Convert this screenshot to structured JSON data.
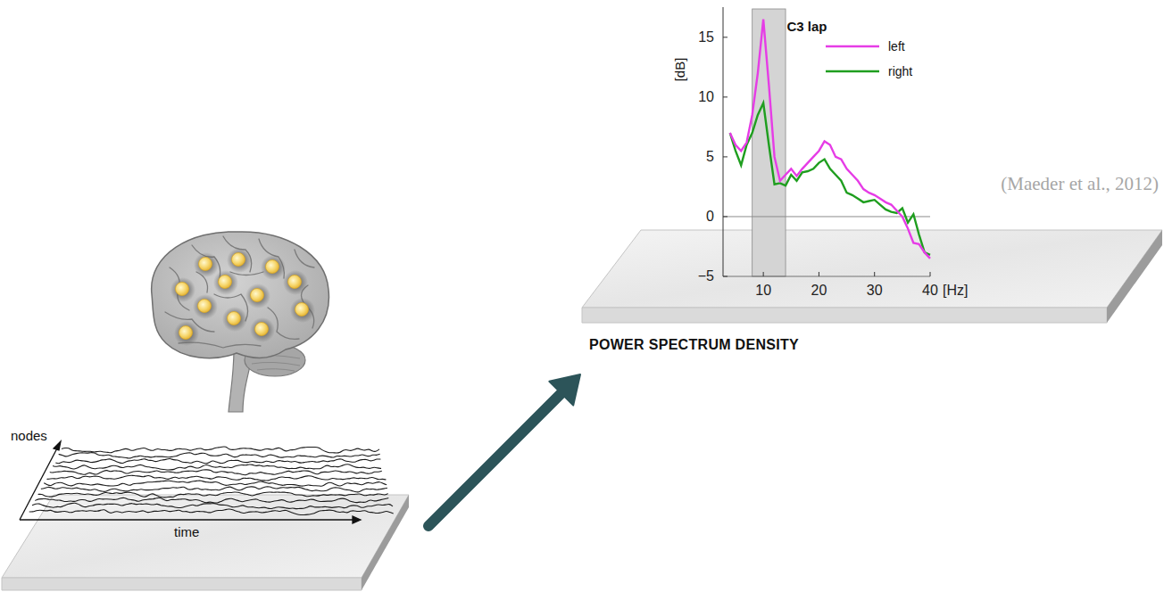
{
  "diagram": {
    "nodes": [
      {
        "text": [
          "nodes",
          "time"
        ]
      },
      {
        "text": [
          "POWER SPECTRUM DENSITY"
        ]
      }
    ],
    "edges": [
      {
        "from": 0,
        "to": 1,
        "arrow": "to"
      }
    ],
    "labels": [
      "C3 lap",
      "[dB]",
      "15",
      "10",
      "5",
      "0",
      "−5",
      "10",
      "20",
      "30",
      "40",
      "[Hz]",
      "(Maeder et al., 2012)"
    ],
    "legend": [
      {
        "text": "left"
      },
      {
        "text": "right"
      }
    ]
  }
}
